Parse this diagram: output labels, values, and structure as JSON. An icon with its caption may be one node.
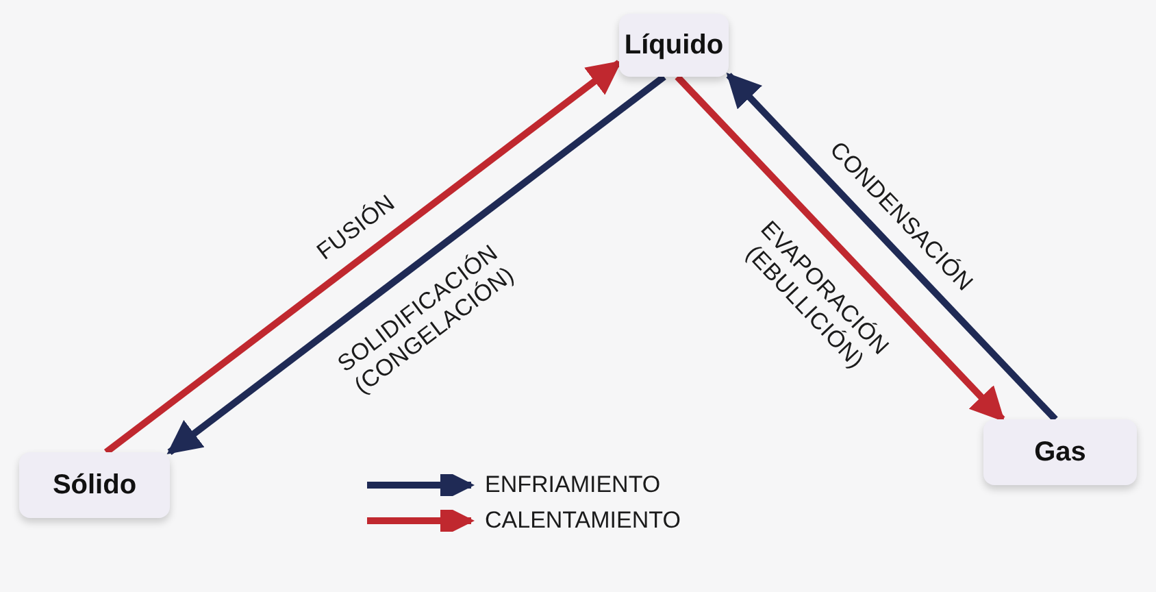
{
  "diagram": {
    "nodes": [
      {
        "text": [
          "Líquido"
        ]
      },
      {
        "text": [
          "Sólido"
        ]
      },
      {
        "text": [
          "Gas"
        ]
      }
    ],
    "edges": [
      {
        "from": 1,
        "to": 0,
        "arrow": "to",
        "label": "FUSIÓN",
        "color": "#c0282f"
      },
      {
        "from": 0,
        "to": 1,
        "arrow": "to",
        "label": "SOLIDIFICACIÓN (CONGELACIÓN)",
        "color": "#1f2a55"
      },
      {
        "from": 0,
        "to": 2,
        "arrow": "to",
        "label": "EVAPORACIÓN (EBULLICIÓN)",
        "color": "#c0282f"
      },
      {
        "from": 2,
        "to": 0,
        "arrow": "to",
        "label": "CONDENSACIÓN",
        "color": "#1f2a55"
      }
    ],
    "legend": [
      {
        "text": "ENFRIAMIENTO",
        "color": "#1f2a55"
      },
      {
        "text": "CALENTAMIENTO",
        "color": "#c0282f"
      }
    ]
  }
}
